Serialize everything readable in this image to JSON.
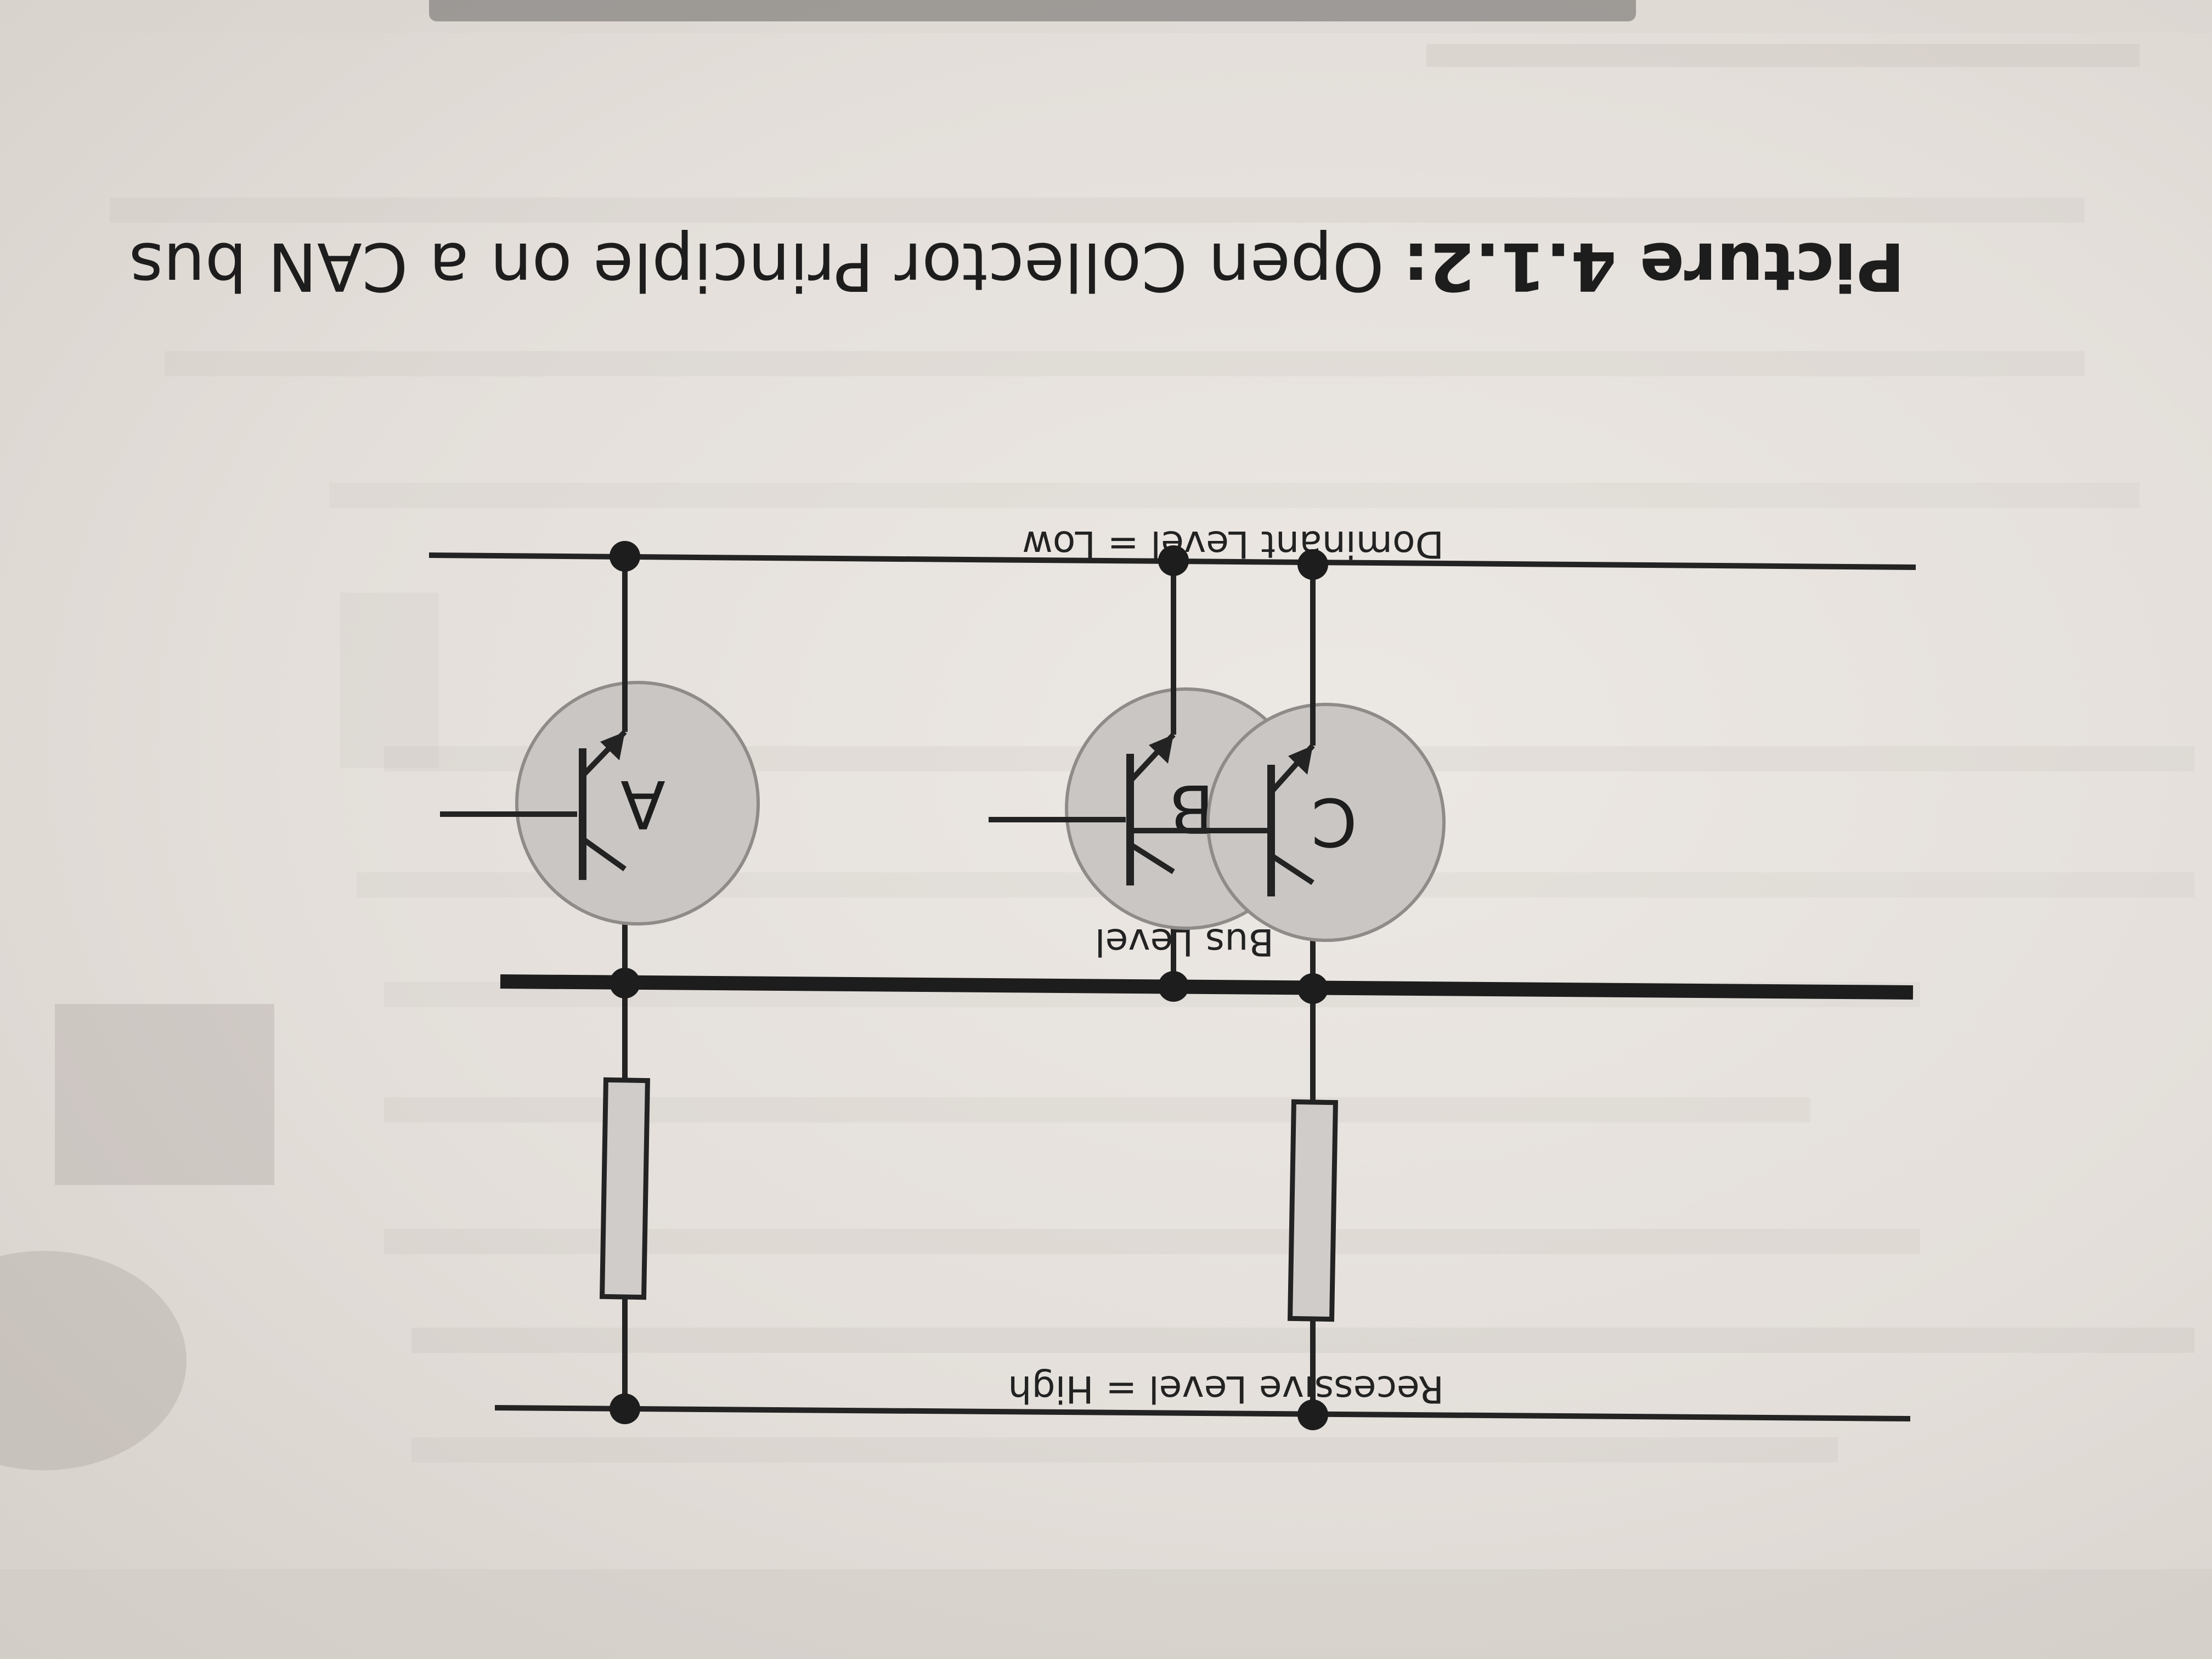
{
  "caption": {
    "prefix": "Picture 4.1.2:",
    "title": "Open Collector Principle on a CAN bus"
  },
  "diagram": {
    "dominant_label": "Dominant Level = Low",
    "bus_label": "Bus Level",
    "recessive_label": "Recessive Level = High",
    "transistors": [
      "A",
      "B",
      "C"
    ]
  },
  "colors": {
    "line": "#232323",
    "transistor_fill": "#c9c6c4",
    "resistor_fill": "#cfccca"
  }
}
